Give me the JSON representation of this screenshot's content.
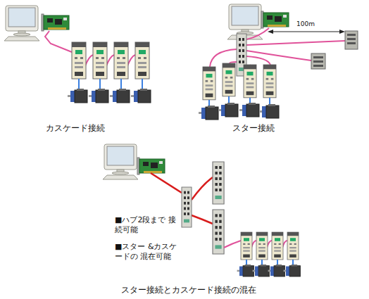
{
  "diagram": {
    "labels": [
      "カスケード接続",
      "100m",
      "スター接続",
      "■ハブ2段まで 接続可能",
      "■スター &カスケードの 混在可能",
      "スター接続とカスケード接続の混在"
    ]
  }
}
